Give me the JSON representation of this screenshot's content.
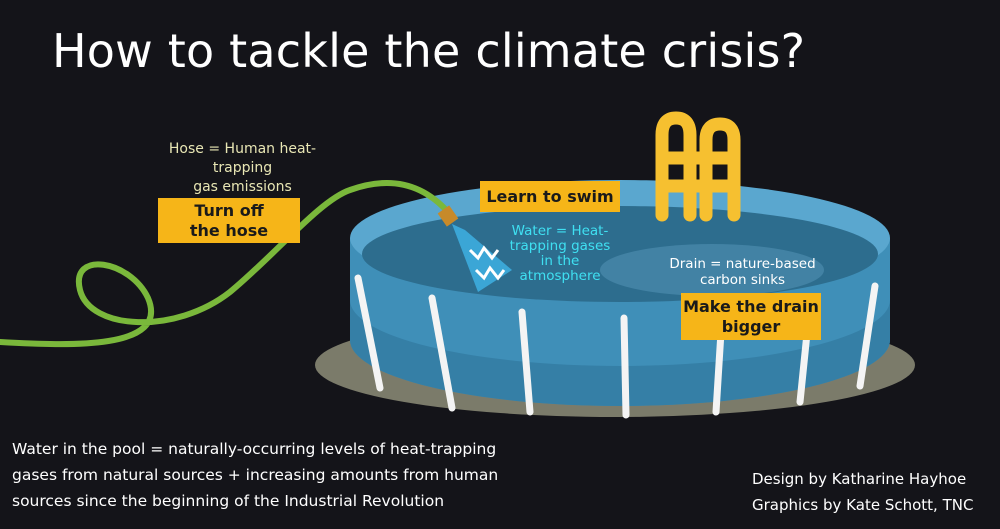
{
  "title": "How to tackle the climate crisis?",
  "labels": {
    "hose": [
      "Hose = Human heat-trapping",
      "gas emissions"
    ],
    "water": [
      "Water = Heat-",
      "trapping gases",
      "in the",
      "atmosphere"
    ],
    "drain": [
      "Drain = nature-based",
      "carbon sinks"
    ]
  },
  "actions": {
    "hose": [
      "Turn off",
      "the hose"
    ],
    "swim": "Learn to swim",
    "drain": [
      "Make the drain",
      "bigger"
    ]
  },
  "footnote": [
    "Water in the pool = naturally-occurring levels of heat-trapping",
    "gases from natural sources + increasing amounts from human",
    "sources since the beginning of the Industrial Revolution"
  ],
  "credits": {
    "design": "Design by Katharine Hayhoe",
    "graphics": "Graphics by Kate Schott, TNC"
  },
  "colors": {
    "background": "#141419",
    "accent": "#f6b518",
    "hose": "#7ab83b",
    "water_label": "#3fe0f2",
    "hose_label": "#e8e6b4",
    "pool": "#3f8fb8"
  }
}
